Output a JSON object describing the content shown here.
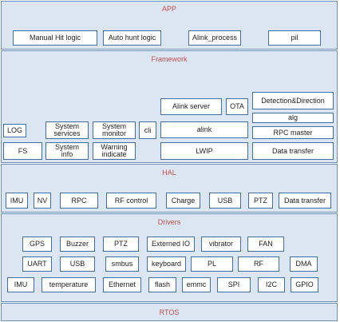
{
  "layers": {
    "app": {
      "title": "APP",
      "boxes": [
        "Manual Hit logic",
        "Auto hunt logic",
        "Alink_process",
        "pil"
      ]
    },
    "framework": {
      "title": "Framework",
      "log": "LOG",
      "fs": "FS",
      "system_services_l1": "System",
      "system_services_l2": "services",
      "system_info_l1": "System",
      "system_info_l2": "info",
      "system_monitor_l1": "System",
      "system_monitor_l2": "monitor",
      "warning_indicate_l1": "Warning",
      "warning_indicate_l2": "indicate",
      "cli": "cli",
      "alink_server": "Alink server",
      "ota": "OTA",
      "alink": "alink",
      "lwip": "LWIP",
      "detection_direction": "Detection&Direction",
      "alg": "alg",
      "rpc_master": "RPC master",
      "data_transfer": "Data transfer"
    },
    "hal": {
      "title": "HAL",
      "boxes": [
        "IMU",
        "NV",
        "RPC",
        "RF control",
        "Charge",
        "USB",
        "PTZ",
        "Data transfer"
      ]
    },
    "drivers": {
      "title": "Drivers",
      "row1": [
        "GPS",
        "Buzzer",
        "PTZ",
        "Externed IO",
        "vibrator",
        "FAN"
      ],
      "row2": [
        "UART",
        "USB",
        "smbus",
        "keyboard",
        "PL",
        "RF",
        "DMA"
      ],
      "row3": [
        "IMU",
        "temperature",
        "Ethernet",
        "flash",
        "emmc",
        "SPI",
        "I2C",
        "GPIO"
      ]
    },
    "rtos": {
      "title": "RTOS"
    }
  },
  "colors": {
    "layer_fill": "#dce6f2",
    "layer_border": "#6e8fb8",
    "box_border": "#3f6fa6",
    "title_text": "#c0504d"
  }
}
